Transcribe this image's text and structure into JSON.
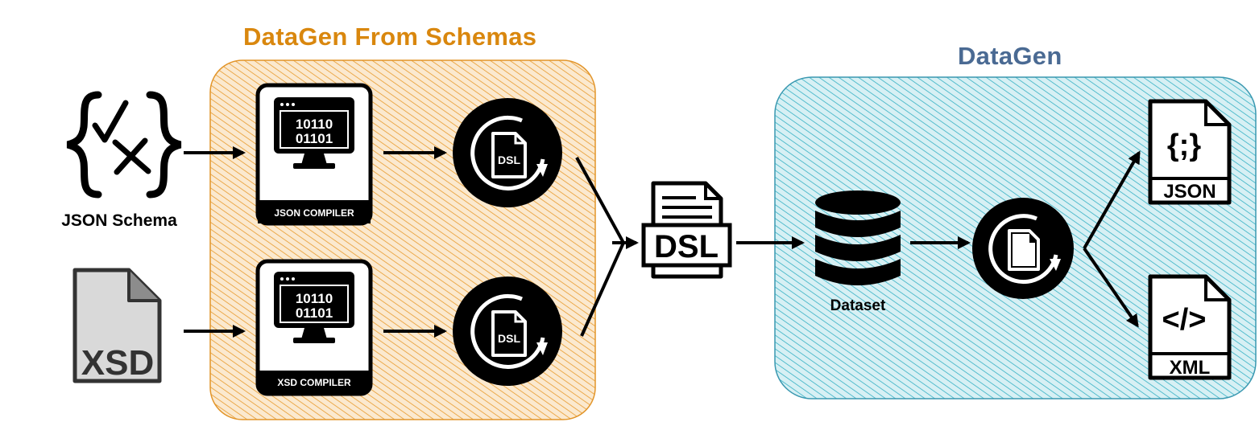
{
  "groups": {
    "from_schemas": {
      "title": "DataGen From Schemas",
      "title_color": "#d9870e",
      "hatch_color": "#f0a43a"
    },
    "datagen": {
      "title": "DataGen",
      "title_color": "#4a6a93",
      "hatch_color": "#3cb6c9"
    }
  },
  "inputs": {
    "json_schema": {
      "label": "JSON Schema",
      "icon": "json-schema-braces-icon"
    },
    "xsd": {
      "label": "XSD",
      "icon": "xsd-file-icon"
    }
  },
  "compilers": {
    "json": {
      "label": "JSON COMPILER",
      "bits_top": "10110",
      "bits_bottom": "01101",
      "icon": "monitor-binary-icon"
    },
    "xsd": {
      "label": "XSD COMPILER",
      "bits_top": "10110",
      "bits_bottom": "01101",
      "icon": "monitor-binary-icon"
    }
  },
  "dsl_generators": {
    "label": "DSL",
    "icon": "dsl-document-refresh-icon"
  },
  "dsl_file": {
    "label": "DSL",
    "icon": "dsl-file-icon"
  },
  "dataset": {
    "label": "Dataset",
    "icon": "database-icon"
  },
  "generator": {
    "icon": "document-refresh-icon"
  },
  "outputs": {
    "json": {
      "label": "JSON",
      "symbol": "{;}",
      "icon": "json-file-icon"
    },
    "xml": {
      "label": "XML",
      "symbol": "</>",
      "icon": "xml-file-icon"
    }
  }
}
